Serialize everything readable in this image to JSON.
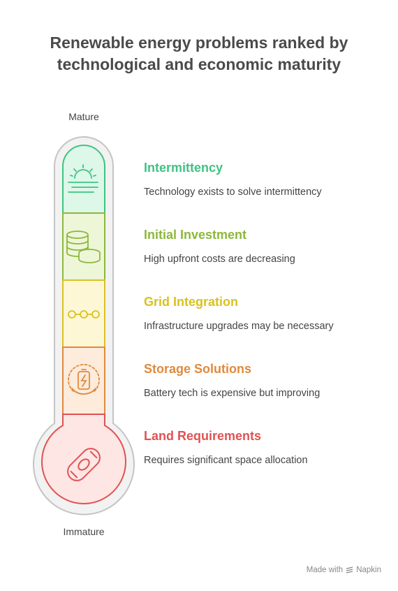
{
  "title": {
    "line1": "Renewable energy problems ranked by",
    "line2": "technological and economic maturity"
  },
  "scale": {
    "top": "Mature",
    "bottom": "Immature"
  },
  "items": [
    {
      "title": "Intermittency",
      "description": "Technology exists to solve intermittency",
      "color": "#3fc381",
      "fill": "#ddf7e9",
      "icon": "sunrise-icon"
    },
    {
      "title": "Initial Investment",
      "description": "High upfront costs are decreasing",
      "color": "#8cb83a",
      "fill": "#eef6d8",
      "icon": "coins-icon"
    },
    {
      "title": "Grid Integration",
      "description": "Infrastructure upgrades may be necessary",
      "color": "#d9c21f",
      "fill": "#fdf7d6",
      "icon": "network-icon"
    },
    {
      "title": "Storage Solutions",
      "description": "Battery tech is expensive but improving",
      "color": "#e08a3c",
      "fill": "#fdebdc",
      "icon": "battery-icon"
    },
    {
      "title": "Land Requirements",
      "description": "Requires significant space allocation",
      "color": "#e05252",
      "fill": "#fde6e4",
      "icon": "bandage-icon"
    }
  ],
  "footer": {
    "made_with": "Made with",
    "brand": "Napkin"
  }
}
